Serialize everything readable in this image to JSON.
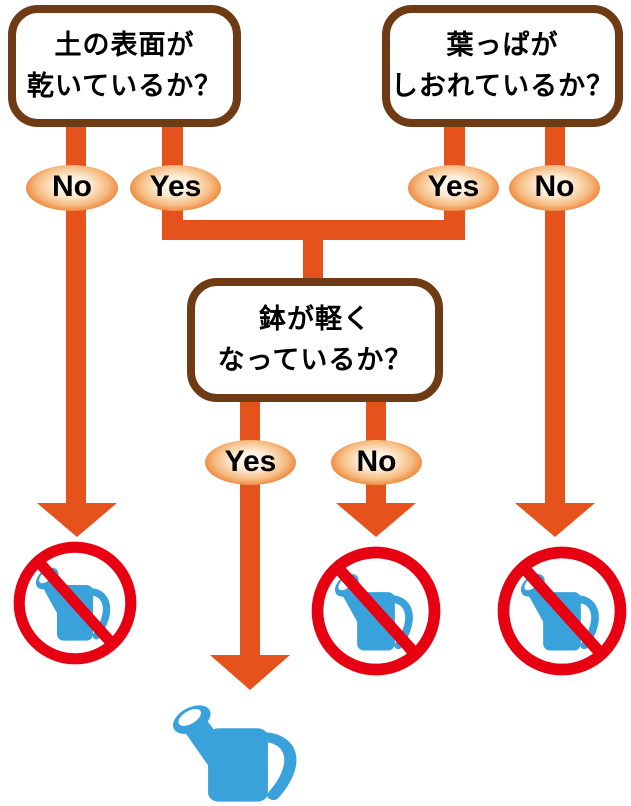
{
  "colors": {
    "connector_orange": "#e6521c",
    "box_border_brown": "#6e3b14",
    "prohibition_red": "#e60012",
    "watering_can_blue": "#3aa2db",
    "label_text": "#000000",
    "background": "#ffffff"
  },
  "questions": {
    "soil": {
      "line1": "土の表面が",
      "line2": "乾いているか？"
    },
    "leaves": {
      "line1": "葉っぱが",
      "line2": "しおれているか？"
    },
    "pot": {
      "line1": "鉢が軽く",
      "line2": "なっているか？"
    }
  },
  "branch_labels": {
    "soil_no": "No",
    "soil_yes": "Yes",
    "leaves_yes": "Yes",
    "leaves_no": "No",
    "pot_yes": "Yes",
    "pot_no": "No"
  },
  "icons": {
    "no_watering": "no-watering-icon",
    "watering": "watering-can-icon"
  }
}
